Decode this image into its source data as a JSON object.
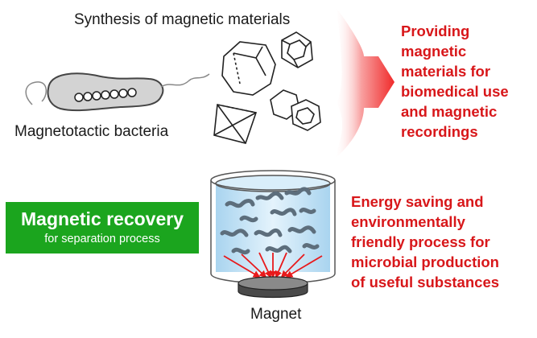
{
  "title": "Synthesis of magnetic materials",
  "bacteria_label": "Magnetotactic bacteria",
  "providing_text": "Providing\nmagnetic\nmaterials for\nbiomedical use\nand magnetic\nrecordings",
  "recovery": {
    "title": "Magnetic recovery",
    "subtitle": "for separation process"
  },
  "energy_text": "Energy saving and\nenvironmentally\nfriendly process for\nmicrobial production\nof useful substances",
  "magnet_label": "Magnet",
  "colors": {
    "red_text": "#d8171a",
    "green_box": "#1ba51e",
    "arrow_red": "#f02a2a",
    "water": "#c9e6f7",
    "bacterium": "#5d6e7c"
  }
}
